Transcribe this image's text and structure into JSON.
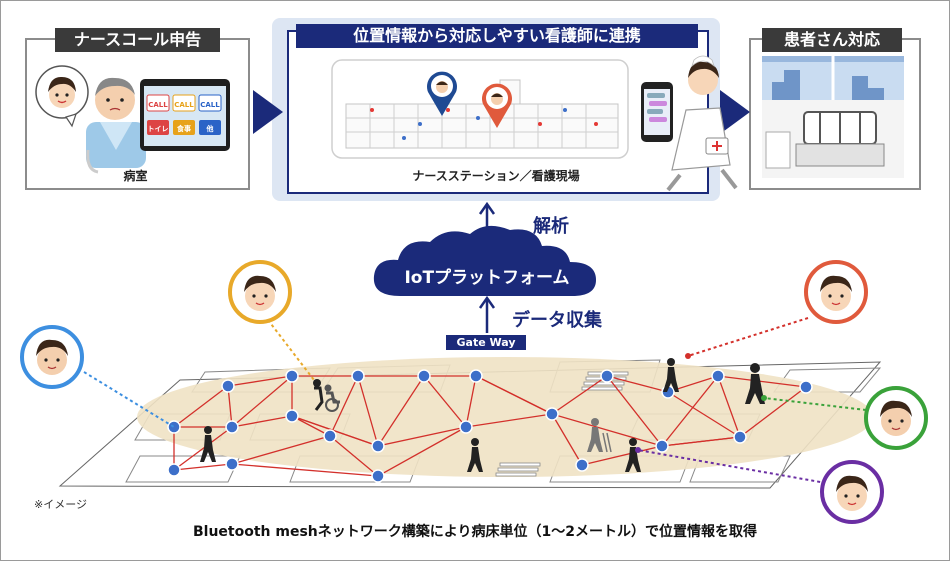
{
  "panels": {
    "left": {
      "title": "ナースコール申告",
      "caption": "病室"
    },
    "center": {
      "title": "位置情報から対応しやすい看護師に連携",
      "caption": "ナースステーション／看護現場"
    },
    "right": {
      "title": "患者さん対応"
    }
  },
  "tablet_buttons": [
    "CALL",
    "CALL",
    "CALL",
    "トイレ",
    "食事",
    "他"
  ],
  "flow": {
    "analysis_label": "解析",
    "platform_label": "IoTプラットフォーム",
    "collect_label": "データ収集",
    "gateway_label": "Gate Way"
  },
  "note": "※イメージ",
  "bottom_caption": "Bluetooth meshネットワーク構築により病床単位（1〜2メートル）で位置情報を取得",
  "colors": {
    "navy": "#1b2a7a",
    "mesh_line": "#d3302b",
    "node": "#3d6fc9",
    "floor": "#efe2c4",
    "nurse_blue": "#3d8fe0",
    "nurse_yellow": "#e8a92a",
    "nurse_red": "#e05a3c",
    "nurse_green": "#3aa23a",
    "nurse_purple": "#6a2ea3"
  }
}
